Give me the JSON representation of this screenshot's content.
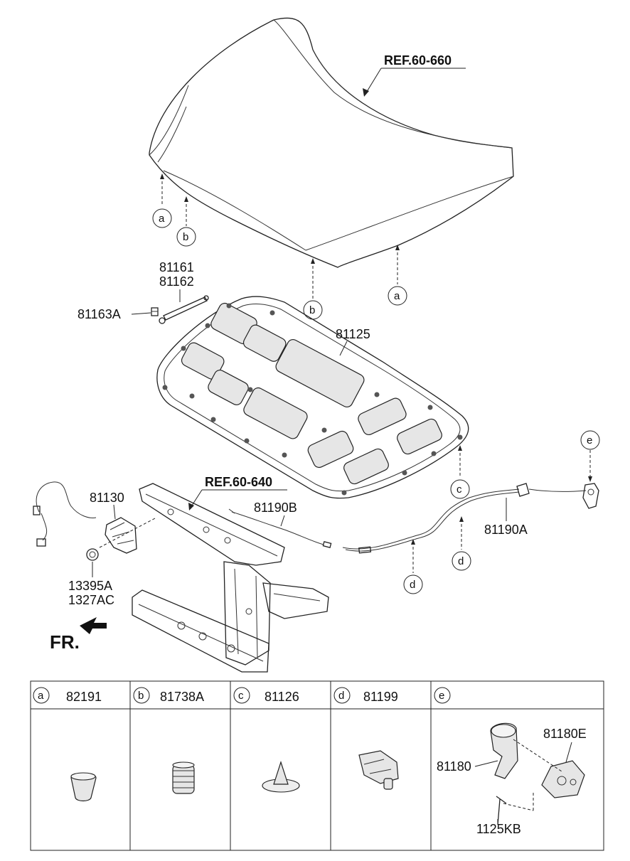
{
  "references": {
    "hood_ref": "REF.60-660",
    "panel_ref": "REF.60-640",
    "front_label": "FR."
  },
  "callout_letters": {
    "a": "a",
    "b": "b",
    "c": "c",
    "d": "d",
    "e": "e"
  },
  "part_labels": {
    "stay_rod_1": "81161",
    "stay_rod_2": "81162",
    "stay_clip": "81163A",
    "insulator_pad": "81125",
    "latch": "81130",
    "latch_cable_front": "81190B",
    "release_cable": "81190A",
    "bolt_1": "13395A",
    "bolt_2": "1327AC"
  },
  "legend_table": {
    "columns": [
      {
        "letter": "a",
        "part": "82191"
      },
      {
        "letter": "b",
        "part": "81738A"
      },
      {
        "letter": "c",
        "part": "81126"
      },
      {
        "letter": "d",
        "part": "81199"
      },
      {
        "letter": "e",
        "part": ""
      }
    ],
    "handle_parts": {
      "lever": "81180",
      "housing": "81180E",
      "screw": "1125KB"
    }
  }
}
